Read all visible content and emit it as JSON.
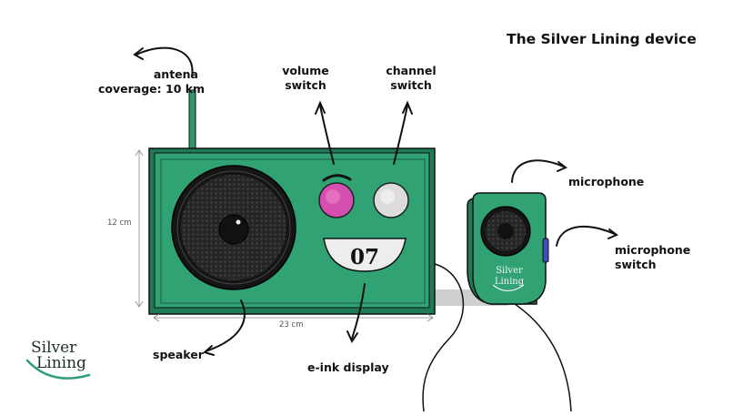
{
  "title": "The Silver Lining device",
  "labels": {
    "antenna": [
      "antena",
      "coverage: 10 km"
    ],
    "volume": [
      "volume",
      "switch"
    ],
    "channel": [
      "channel",
      "switch"
    ],
    "microphone": "microphone",
    "mic_switch": [
      "microphone",
      "switch"
    ],
    "speaker": "speaker",
    "display": "e-ink display"
  },
  "dimensions": {
    "height": "12 cm",
    "width": "23 cm"
  },
  "display_value": "07",
  "brand": {
    "line1": "Silver",
    "line2": "Lining"
  },
  "colors": {
    "body": "#2f9f73",
    "body_dark": "#1f7a56",
    "knob_volume": "#d64fb0",
    "knob_channel": "#d9d9d9",
    "mic_button": "#3e4fb5",
    "brand_accent": "#2f9f73"
  }
}
